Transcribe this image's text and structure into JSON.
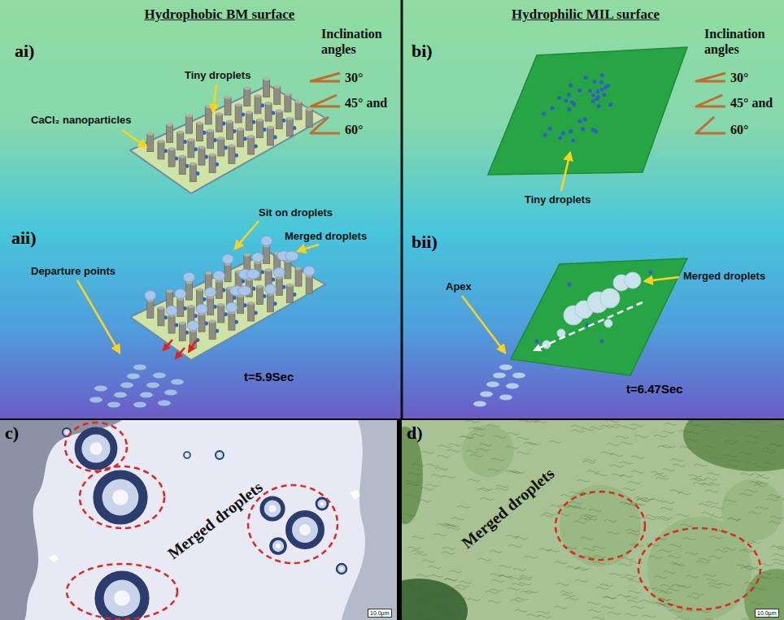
{
  "diagram": {
    "nodes": [
      {
        "text": [
          "Hydrophobic BM surface"
        ]
      },
      {
        "text": [
          "Hydrophilic MIL surface"
        ]
      },
      {
        "text": [
          "c)",
          "Merged droplets",
          "10.0μm"
        ]
      },
      {
        "text": [
          "d)",
          "Merged droplets",
          "10.0μm"
        ]
      }
    ],
    "labels": [
      "ai)",
      "Inclination angles",
      "30°",
      "45° and",
      "60°",
      "Tiny droplets",
      "CaCl₂ nanoparticles",
      "aii)",
      "Sit on droplets",
      "Merged droplets",
      "Departure points",
      "t=5.9Sec",
      "bi)",
      "Inclination angles",
      "30°",
      "45° and",
      "60°",
      "Tiny droplets",
      "bii)",
      "Merged droplets",
      "Apex",
      "t=6.47Sec"
    ]
  }
}
